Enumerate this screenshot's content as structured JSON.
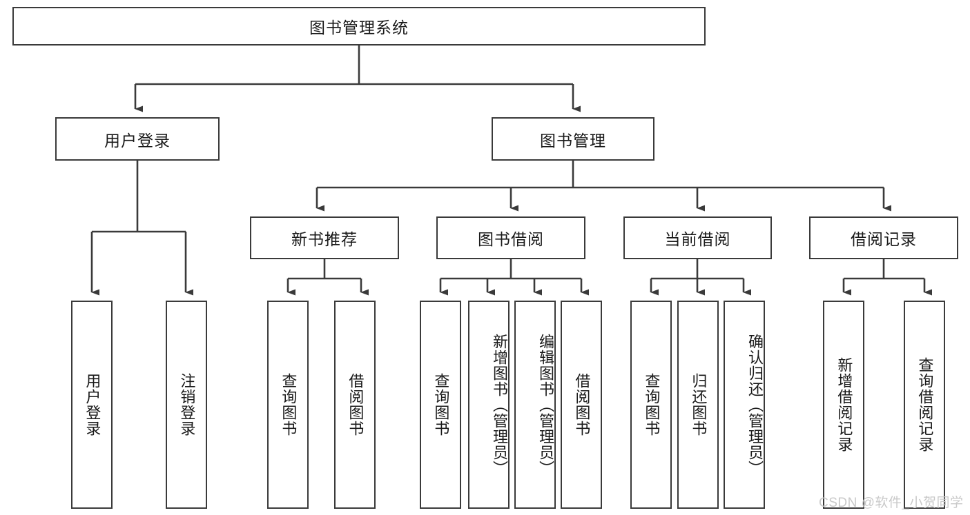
{
  "diagram": {
    "type": "tree-hierarchy-chart",
    "title": "图书管理系统",
    "watermark": "CSDN @软件_小贺同学",
    "colors": {
      "stroke": "#3a3a3a",
      "fill": "#ffffff",
      "text": "#1a1a1a",
      "watermark": "#c9c9c9"
    },
    "levels": {
      "root": {
        "label": "图书管理系统"
      },
      "level2": [
        {
          "label": "用户登录"
        },
        {
          "label": "图书管理"
        }
      ],
      "level3": [
        {
          "label": "新书推荐"
        },
        {
          "label": "图书借阅"
        },
        {
          "label": "当前借阅"
        },
        {
          "label": "借阅记录"
        }
      ],
      "leaves": {
        "user_login": [
          {
            "label": "用户登录"
          },
          {
            "label": "注销登录"
          }
        ],
        "new_book_recommend": [
          {
            "label": "查询图书"
          },
          {
            "label": "借阅图书"
          }
        ],
        "book_borrow": [
          {
            "label": "查询图书"
          },
          {
            "label": "新增图书（管理员）"
          },
          {
            "label": "编辑图书（管理员）"
          },
          {
            "label": "借阅图书"
          }
        ],
        "current_borrow": [
          {
            "label": "查询图书"
          },
          {
            "label": "归还图书"
          },
          {
            "label": "确认归还（管理员）"
          }
        ],
        "borrow_record": [
          {
            "label": "新增借阅记录"
          },
          {
            "label": "查询借阅记录"
          }
        ]
      }
    }
  }
}
